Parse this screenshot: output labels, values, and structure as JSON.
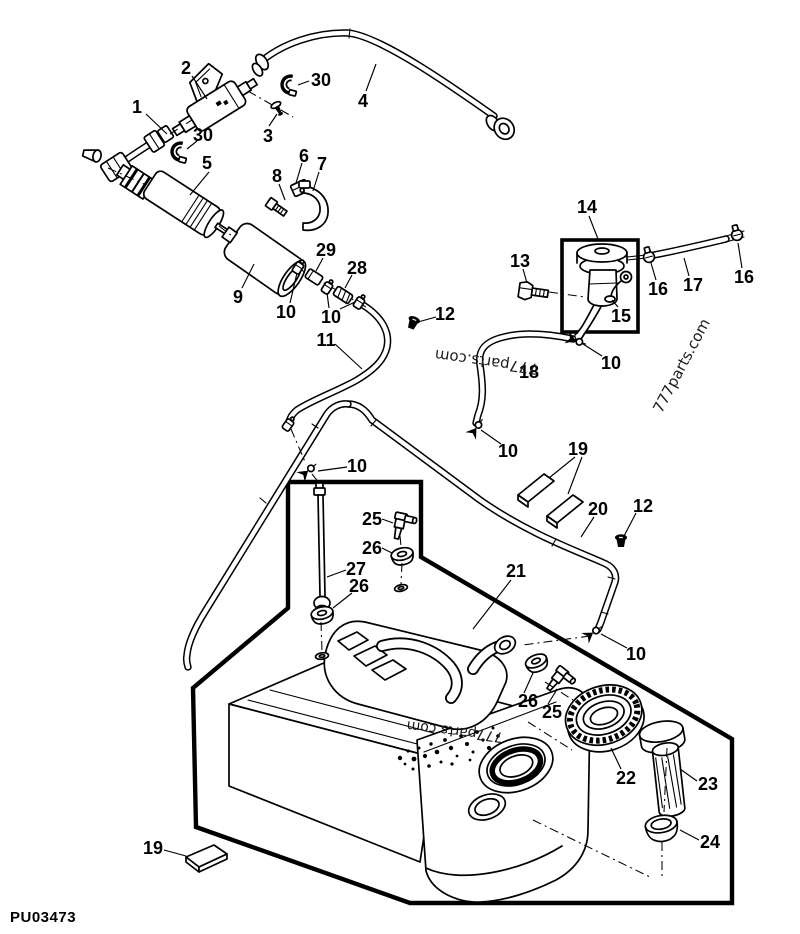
{
  "page": {
    "code": "PU03473",
    "background": "#ffffff",
    "line_color": "#000000"
  },
  "watermarks": {
    "center": "777parts.com",
    "right": "777parts.com",
    "tank": "777parts.com"
  },
  "callouts": [
    {
      "n": "1"
    },
    {
      "n": "2"
    },
    {
      "n": "30"
    },
    {
      "n": "3"
    },
    {
      "n": "4"
    },
    {
      "n": "30"
    },
    {
      "n": "5"
    },
    {
      "n": "6"
    },
    {
      "n": "7"
    },
    {
      "n": "8"
    },
    {
      "n": "9"
    },
    {
      "n": "29"
    },
    {
      "n": "28"
    },
    {
      "n": "10"
    },
    {
      "n": "10"
    },
    {
      "n": "11"
    },
    {
      "n": "12"
    },
    {
      "n": "13"
    },
    {
      "n": "14"
    },
    {
      "n": "15"
    },
    {
      "n": "16"
    },
    {
      "n": "17"
    },
    {
      "n": "16"
    },
    {
      "n": "18"
    },
    {
      "n": "10"
    },
    {
      "n": "10"
    },
    {
      "n": "10"
    },
    {
      "n": "19"
    },
    {
      "n": "20"
    },
    {
      "n": "12"
    },
    {
      "n": "21"
    },
    {
      "n": "10"
    },
    {
      "n": "27"
    },
    {
      "n": "25"
    },
    {
      "n": "26"
    },
    {
      "n": "26"
    },
    {
      "n": "26"
    },
    {
      "n": "25"
    },
    {
      "n": "22"
    },
    {
      "n": "23"
    },
    {
      "n": "24"
    },
    {
      "n": "19"
    }
  ]
}
